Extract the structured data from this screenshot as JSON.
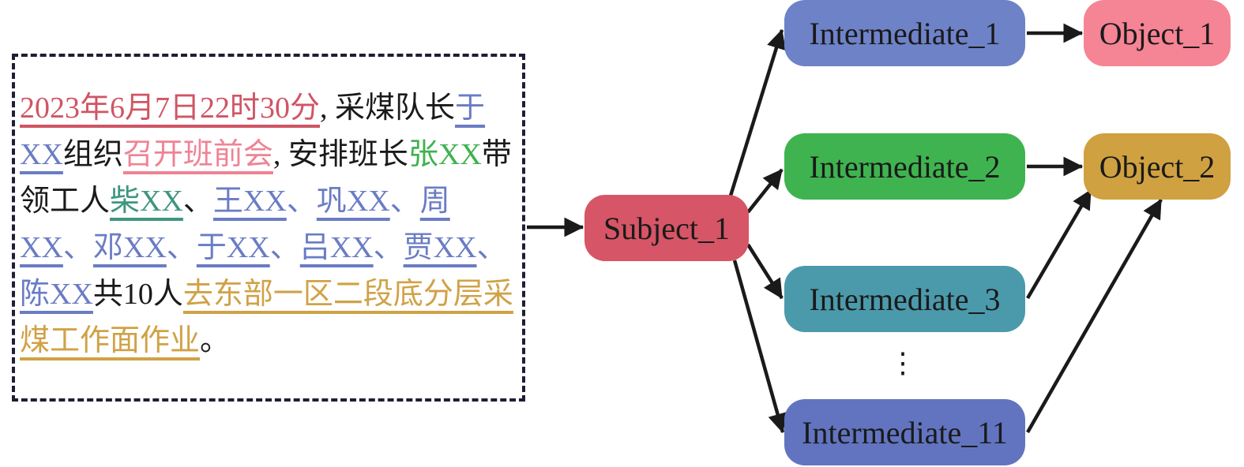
{
  "passage": {
    "segments": [
      {
        "text": "2023年6月7日22时30分",
        "role": "time",
        "color": "#d05565"
      },
      {
        "text": ", 采煤队长",
        "role": "plain",
        "color": "#1a1a1a"
      },
      {
        "text": "于XX",
        "role": "person",
        "color": "#6a7cc4"
      },
      {
        "text": "组织",
        "role": "plain",
        "color": "#1a1a1a"
      },
      {
        "text": "召开班前会",
        "role": "event",
        "color": "#ef8395"
      },
      {
        "text": ", 安排班长",
        "role": "plain",
        "color": "#1a1a1a"
      },
      {
        "text": "张XX",
        "role": "leader",
        "color": "#3fb24f",
        "underline": false
      },
      {
        "text": "带领工人",
        "role": "plain",
        "color": "#1a1a1a"
      },
      {
        "text": "柴XX",
        "role": "worker",
        "color": "#3f9680"
      },
      {
        "text": "、",
        "role": "plain",
        "color": "#1a1a1a"
      },
      {
        "text": "王XX",
        "role": "worker",
        "color": "#6a7cc4"
      },
      {
        "text": "、",
        "role": "plain",
        "color": "#6a7cc4"
      },
      {
        "text": "巩XX",
        "role": "worker",
        "color": "#6a7cc4"
      },
      {
        "text": "、",
        "role": "plain",
        "color": "#6a7cc4"
      },
      {
        "text": "周XX",
        "role": "worker",
        "color": "#6a7cc4"
      },
      {
        "text": "、",
        "role": "plain",
        "color": "#6a7cc4"
      },
      {
        "text": "邓XX",
        "role": "worker",
        "color": "#6a7cc4"
      },
      {
        "text": "、",
        "role": "plain",
        "color": "#6a7cc4"
      },
      {
        "text": "于XX",
        "role": "worker",
        "color": "#6a7cc4"
      },
      {
        "text": "、",
        "role": "plain",
        "color": "#6a7cc4"
      },
      {
        "text": "吕XX",
        "role": "worker",
        "color": "#6a7cc4"
      },
      {
        "text": "、",
        "role": "plain",
        "color": "#6a7cc4"
      },
      {
        "text": "贾XX",
        "role": "worker",
        "color": "#6a7cc4"
      },
      {
        "text": "、",
        "role": "plain",
        "color": "#6a7cc4"
      },
      {
        "text": "陈XX",
        "role": "worker",
        "color": "#6a7cc4"
      },
      {
        "text": "共10人",
        "role": "plain",
        "color": "#1a1a1a"
      },
      {
        "text": "去东部一区二段底分层采煤工作面作业",
        "role": "location",
        "color": "#d0a246"
      },
      {
        "text": "。",
        "role": "plain",
        "color": "#1a1a1a"
      }
    ]
  },
  "graph": {
    "nodes": [
      {
        "id": "subject_1",
        "label": "Subject_1",
        "color": "#d65566"
      },
      {
        "id": "intermediate_1",
        "label": "Intermediate_1",
        "color": "#6e82c8"
      },
      {
        "id": "intermediate_2",
        "label": "Intermediate_2",
        "color": "#3fb34f"
      },
      {
        "id": "intermediate_3",
        "label": "Intermediate_3",
        "color": "#4b9aab"
      },
      {
        "id": "intermediate_11",
        "label": "Intermediate_11",
        "color": "#6274c0"
      },
      {
        "id": "object_1",
        "label": "Object_1",
        "color": "#f58495"
      },
      {
        "id": "object_2",
        "label": "Object_2",
        "color": "#d0a140"
      }
    ],
    "ellipsis": "⋮",
    "edges": [
      {
        "from": "text_box",
        "to": "subject_1"
      },
      {
        "from": "subject_1",
        "to": "intermediate_1"
      },
      {
        "from": "subject_1",
        "to": "intermediate_2"
      },
      {
        "from": "subject_1",
        "to": "intermediate_3"
      },
      {
        "from": "subject_1",
        "to": "intermediate_11"
      },
      {
        "from": "intermediate_1",
        "to": "object_1"
      },
      {
        "from": "intermediate_2",
        "to": "object_2"
      },
      {
        "from": "intermediate_3",
        "to": "object_2"
      },
      {
        "from": "intermediate_11",
        "to": "object_2"
      }
    ],
    "edge_color": "#1a1a1a",
    "box_border_color": "#1e1e36"
  }
}
